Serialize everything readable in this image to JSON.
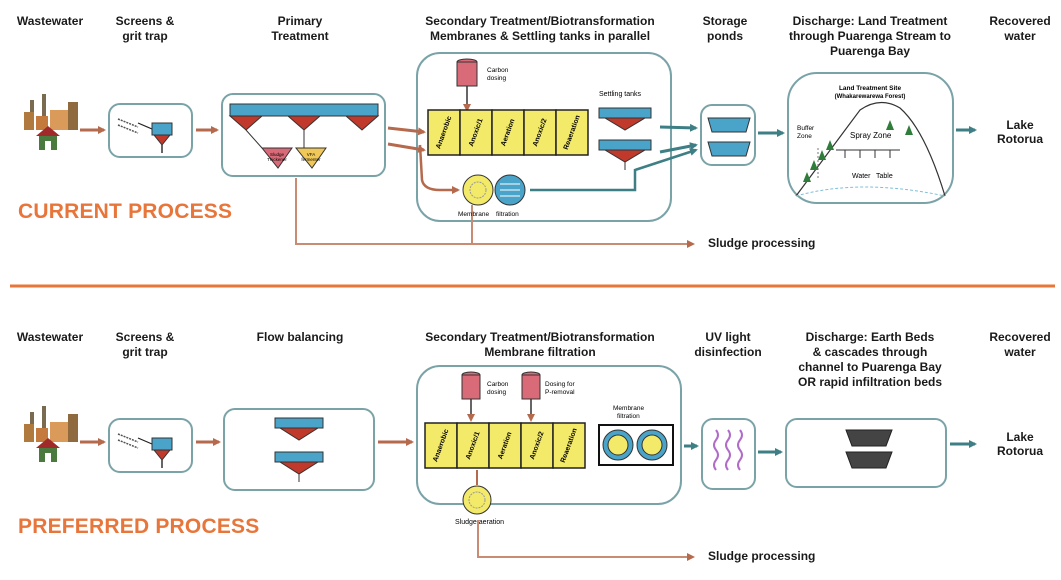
{
  "current": {
    "title": "CURRENT PROCESS",
    "headers": {
      "wastewater": [
        "Wastewater"
      ],
      "screens": [
        "Screens &",
        "grit trap"
      ],
      "primary": [
        "Primary",
        "Treatment"
      ],
      "secondary": [
        "Secondary Treatment/Biotransformation",
        "Membranes & Settling tanks in parallel"
      ],
      "storage": [
        "Storage",
        "ponds"
      ],
      "discharge": [
        "Discharge: Land Treatment",
        "through Puarenga Stream to",
        "Puarenga Bay"
      ],
      "recovered": [
        "Recovered",
        "water"
      ]
    },
    "carbon_dosing": [
      "Carbon",
      "dosing"
    ],
    "stages": [
      "Anaerobic",
      "Anoxic/1",
      "Aeration",
      "Anoxic/2",
      "Reaeration"
    ],
    "settling_tanks": "Settling tanks",
    "membrane": [
      "Membrane",
      "filtration"
    ],
    "sludge_thickener": [
      "Sludge",
      "Thickener"
    ],
    "vfa_fermenter": [
      "VFA",
      "fermenter"
    ],
    "land_site": [
      "Land Treatment Site",
      "(Whakarewarewa Forest)"
    ],
    "buffer_zone": [
      "Buffer",
      "Zone"
    ],
    "spray_zone": "Spray Zone",
    "water_table": [
      "Water",
      "Table"
    ],
    "lake": [
      "Lake",
      "Rotorua"
    ],
    "sludge": "Sludge processing"
  },
  "preferred": {
    "title": "PREFERRED PROCESS",
    "headers": {
      "wastewater": [
        "Wastewater"
      ],
      "screens": [
        "Screens &",
        "grit trap"
      ],
      "flow": [
        "Flow balancing"
      ],
      "secondary": [
        "Secondary Treatment/Biotransformation",
        "Membrane filtration"
      ],
      "uv": [
        "UV light",
        "disinfection"
      ],
      "discharge": [
        "Discharge: Earth Beds",
        "& cascades through",
        "channel to Puarenga Bay",
        "OR rapid infiltration beds"
      ],
      "recovered": [
        "Recovered",
        "water"
      ]
    },
    "carbon_dosing": [
      "Carbon",
      "dosing"
    ],
    "p_dosing": [
      "Dosing for",
      "P-removal"
    ],
    "stages": [
      "Anaerobic",
      "Anoxic/1",
      "Aeration",
      "Anoxic/2",
      "Reaeration"
    ],
    "membrane": [
      "Membrane",
      "filtration"
    ],
    "sludge_aeration": "Sludge aeration",
    "lake": [
      "Lake",
      "Rotorua"
    ],
    "sludge": "Sludge processing"
  },
  "colors": {
    "brown_arrow": "#b56a4d",
    "teal_arrow": "#3d7f84",
    "box_border": "#7aa3a8",
    "accent_orange": "#e8753a",
    "stage_yellow": "#f3ea6a",
    "dosing_pink": "#d96b78",
    "water_blue": "#4aa3c8"
  }
}
